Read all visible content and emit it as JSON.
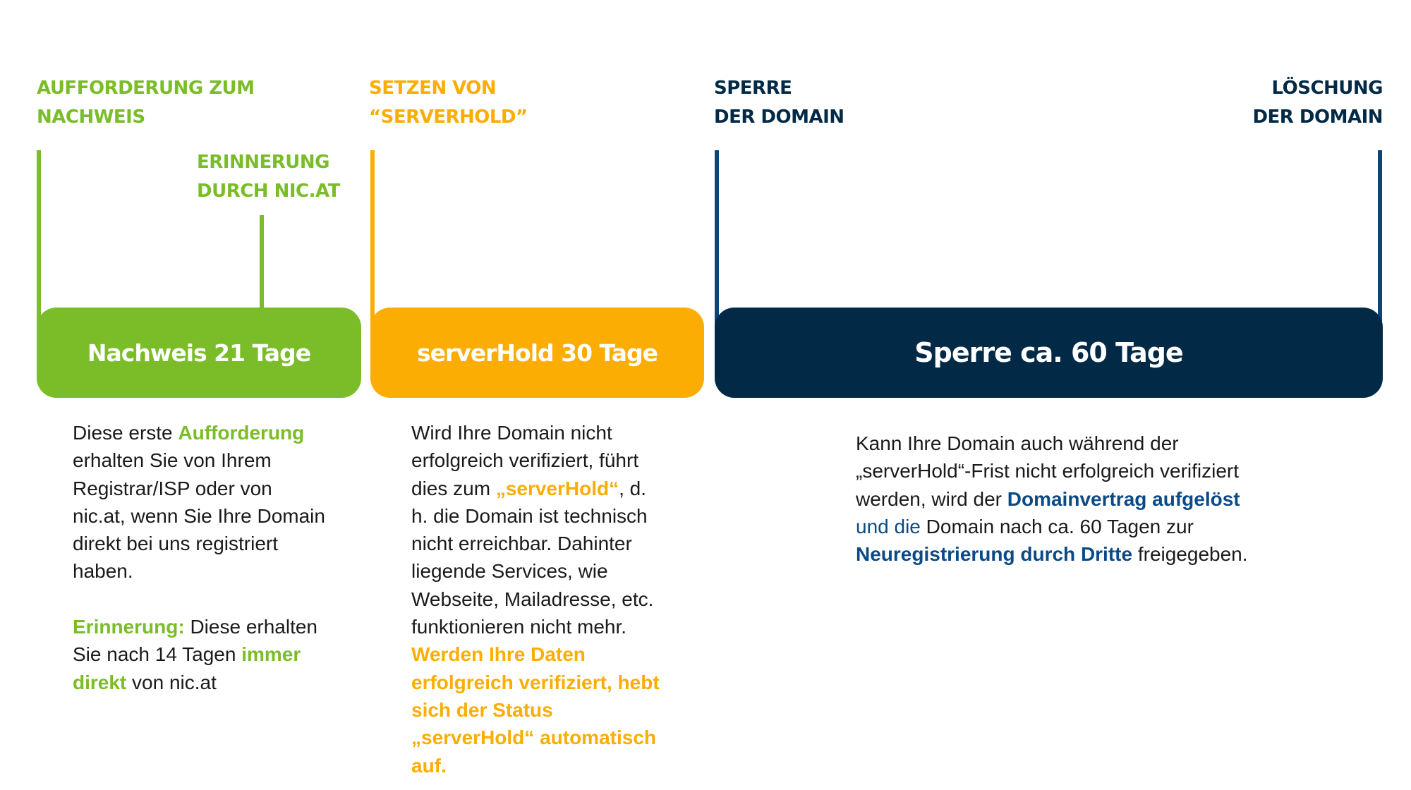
{
  "colors": {
    "green": "#7abd28",
    "orange": "#fbad04",
    "navy": "#022a47",
    "navy_line": "#0a4576",
    "navy_text": "#0b4a86",
    "text": "#1a1a1a"
  },
  "milestones": {
    "aufforderung": {
      "line1": "AUFFORDERUNG ZUM",
      "line2": "NACHWEIS"
    },
    "erinnerung": {
      "line1": "ERINNERUNG",
      "line2": "DURCH NIC.AT"
    },
    "serverhold": {
      "line1": "SETZEN VON",
      "line2": "“SERVERHOLD”"
    },
    "sperre": {
      "line1": "SPERRE",
      "line2": "DER DOMAIN"
    },
    "loeschung": {
      "line1": "LÖSCHUNG",
      "line2": "DER DOMAIN"
    }
  },
  "phases": {
    "nachweis": "Nachweis 21 Tage",
    "serverhold": "serverHold 30 Tage",
    "sperre": "Sperre ca. 60 Tage"
  },
  "descriptions": {
    "nachweis": {
      "p1_a": "Diese erste ",
      "p1_hl": "Aufforderung",
      "p1_b": "erhalten Sie von Ihrem Registrar/ISP oder von nic.at, wenn Sie Ihre Domain direkt bei uns registriert haben.",
      "p2_hl": "Erinnerung:",
      "p2_a": " Diese erhalten Sie nach 14 Tagen ",
      "p2_hl2": "immer direkt",
      "p2_b": " von nic.at"
    },
    "serverhold": {
      "a": "Wird Ihre Domain nicht erfolgreich verifiziert, führt dies zum ",
      "hl": "„serverHold“",
      "b": ", d. h. die Domain ist technisch nicht erreichbar. Dahinter liegende Services, wie Webseite, Mailadresse, etc. funktionieren nicht mehr.",
      "hl2": "Werden Ihre Daten erfolgreich verifiziert, hebt sich der Status „serverHold“ automatisch auf."
    },
    "sperre": {
      "a": "Kann Ihre Domain auch während der „serverHold“-Frist nicht erfolgreich verifiziert werden, wird der ",
      "hl": "Domainvertrag aufgelöst",
      "mid_colored": " und die",
      "b": " Domain nach ca. 60 Tagen zur ",
      "hl2": "Neuregistrierung durch Dritte",
      "c": " freigegeben."
    }
  }
}
